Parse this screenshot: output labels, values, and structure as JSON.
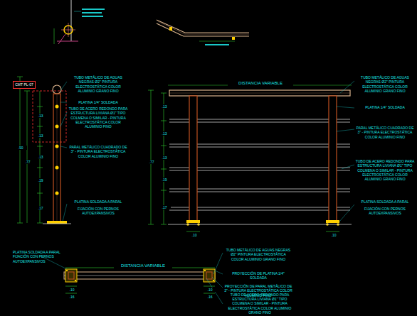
{
  "diagram": {
    "nodes": [
      {
        "text": [
          "CMT PL-07"
        ]
      }
    ],
    "labels": [
      ".90",
      ".77",
      ".13",
      ".13",
      ".13",
      ".19",
      ".17",
      "TUBO METÁLICO DE AGUAS NEGRAS Ø2\" PINTURA ELECTROSTÁTICA COLOR ALUMINIO GRANO FINO",
      "PLATINA 1/4\" SOLDADA",
      "TUBO DE ACERO REDONDO PARA ESTRUCTURA LIVIANA Ø1\" TIPO COLMENA O SIMILAR - PINTURA ELECTROSTÁTICA COLOR ALUMINIO FINO",
      "PARAL METÁLICO CUADRADO DE 3\" - PINTURA ELECTROSTÁTICA COLOR ALUMINIO FINO",
      "PLATINA SOLDADA A PARAL",
      "FIJACIÓN CON PERNOS AUTOEXPANSIVOS",
      "DISTANCIA VARIABLE",
      ".77",
      ".13",
      ".13",
      ".13",
      ".19",
      ".17",
      ".10",
      ".10",
      "TUBO METÁLICO DE AGUAS NEGRAS Ø2\" PINTURA ELECTROSTÁTICA COLOR ALUMINIO GRANO FINO",
      "PLATINA 1/4\" SOLDADA",
      "PARAL METÁLICO CUADRADO DE 3\" - PINTURA ELECTROSTÁTICA COLOR ALUMINIO FINO",
      "TUBO DE ACERO REDONDO PARA ESTRUCTURA LIVIANA Ø1\" TIPO COLMENA O SIMILAR - PINTURA ELECTROSTÁTICA COLOR ALUMINIO GRANO FINO",
      "PLATINA SOLDADA A PARAL",
      "FIJACIÓN CON PERNOS AUTOEXPANSIVOS",
      "PLATINA SOLDADA A PARAL FIJACIÓN CON PERNOS AUTOEXPANSIVOS",
      "DISTANCIA VARIABLE",
      ".10",
      ".16",
      ".10",
      ".16",
      "TUBO METÁLICO DE AGUAS NEGRAS Ø2\" PINTURA ELECTROSTÁTICA COLOR ALUMINIO GRANO FINO",
      "PROYECCIÓN DE PLATINA 1/4\" SOLDADA",
      "PROYECCIÓN DE PARAL METÁLICO DE 3\" - PINTURA ELECTROSTÁTICA COLOR ALUMINIO FINO",
      "TUBO DE ACERO REDONDO PARA ESTRUCTURA LIVIANA Ø1\" TIPO COLMENA O SIMILAR - PINTURA ELECTROSTÁTICA COLOR ALUMINIO GRANO FINO"
    ]
  }
}
